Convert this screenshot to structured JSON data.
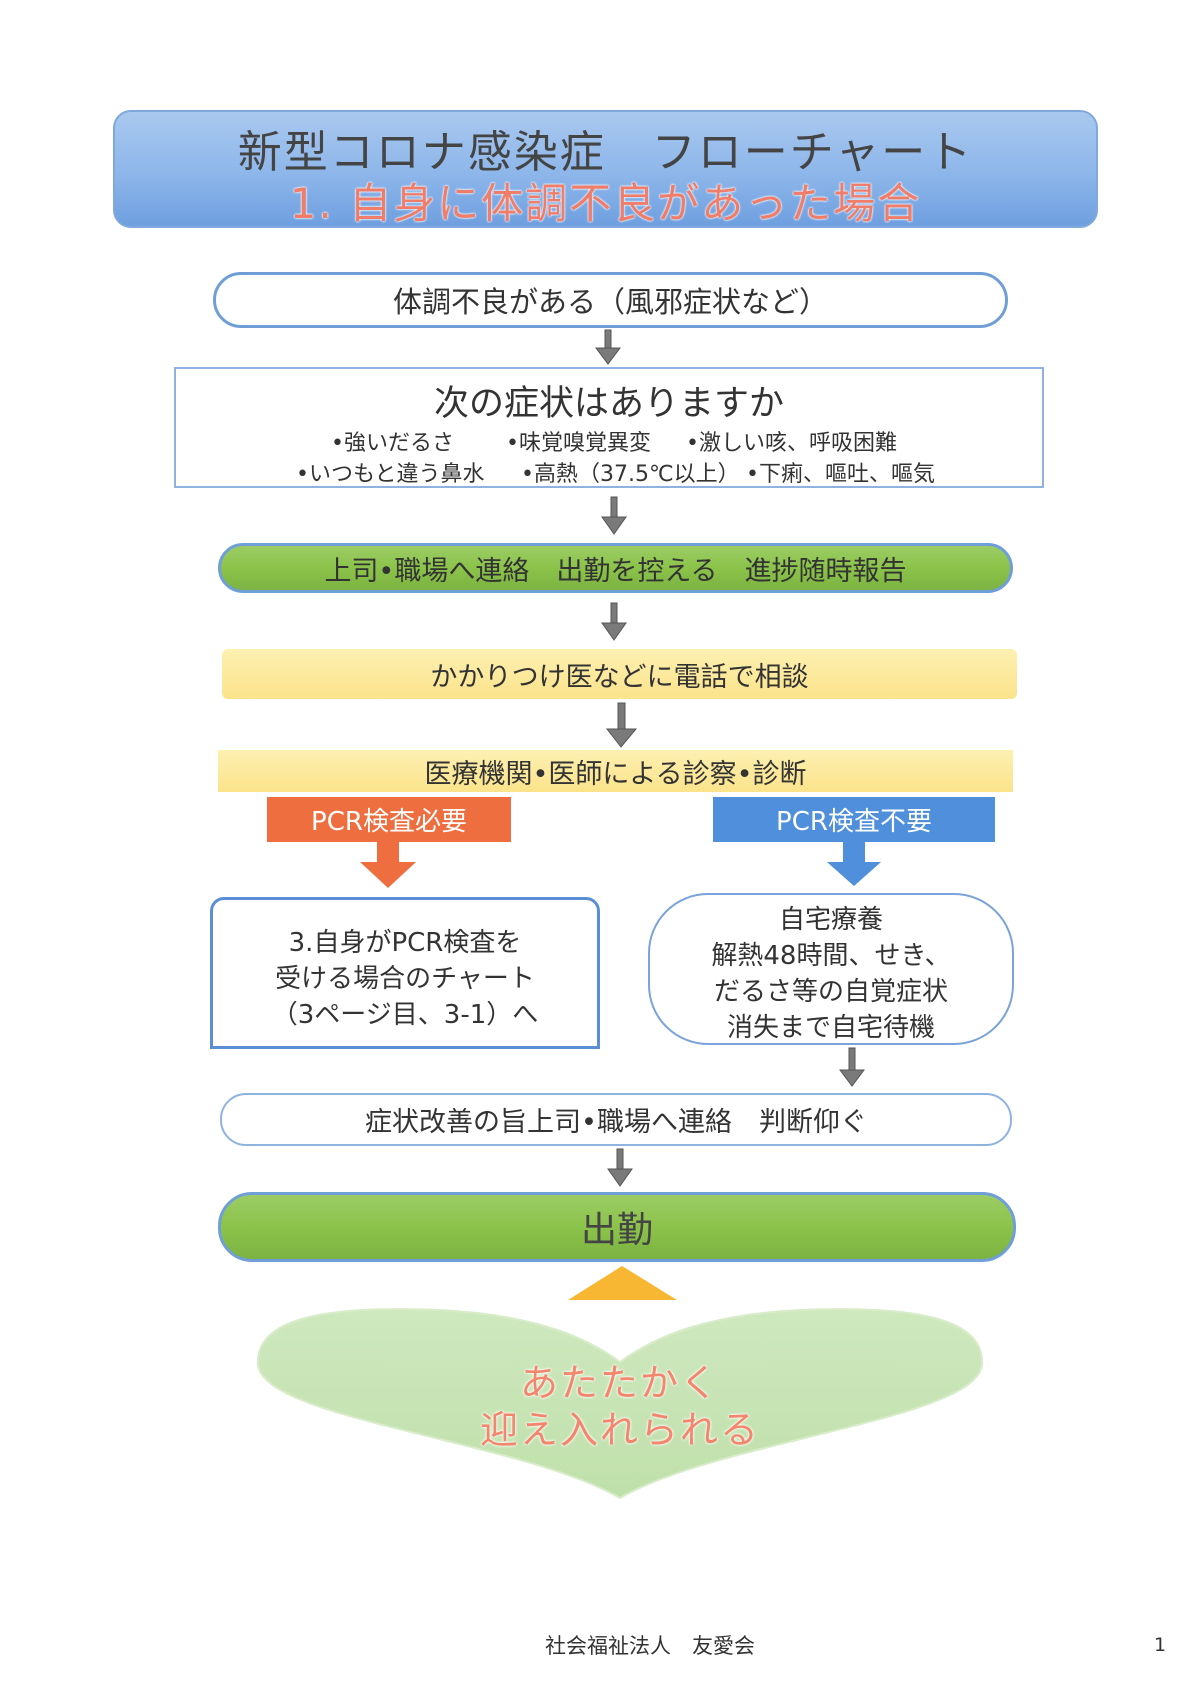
{
  "header": {
    "title": "新型コロナ感染症　フローチャート",
    "subtitle": "1. 自身に体調不良があった場合"
  },
  "steps": {
    "s1": "体調不良がある（風邪症状など）",
    "s2_question": "次の症状はありますか",
    "s2_symptoms_row1": [
      "•強いだるさ",
      "•味覚嗅覚異変",
      "•激しい咳、呼吸困難"
    ],
    "s2_symptoms_row2": [
      "•いつもと違う鼻水",
      "•高熱（37.5℃以上）",
      "•下痢、嘔吐、嘔気"
    ],
    "s3": "上司•職場へ連絡　出勤を控える　進捗随時報告",
    "s4": "かかりつけ医などに電話で相談",
    "s5": "医療機関•医師による診察•診断",
    "branch_left": "PCR検査必要",
    "branch_right": "PCR検査不要",
    "left_box": [
      "3.自身がPCR検査を",
      "受ける場合のチャート",
      "（3ページ目、3-1）へ"
    ],
    "right_box": [
      "自宅療養",
      "解熱48時間、せき、",
      "だるさ等の自覚症状",
      "消失まで自宅待機"
    ],
    "s6": "症状改善の旨上司•職場へ連絡　判断仰ぐ",
    "s7": "出勤",
    "heart": [
      "あたたかく",
      "迎え入れられる"
    ]
  },
  "footer": {
    "org": "社会福祉法人　友愛会",
    "page": "1"
  },
  "colors": {
    "header_blue": "#8db6ea",
    "subtitle_salmon": "#f07d6a",
    "green": "#8bc34a",
    "yellow": "#fbe38a",
    "orange": "#ef6e40",
    "blue": "#4f8fdc",
    "arrow_gray": "#7a7a7a",
    "triangle": "#f7b733",
    "heart": "#c8e3b4"
  }
}
